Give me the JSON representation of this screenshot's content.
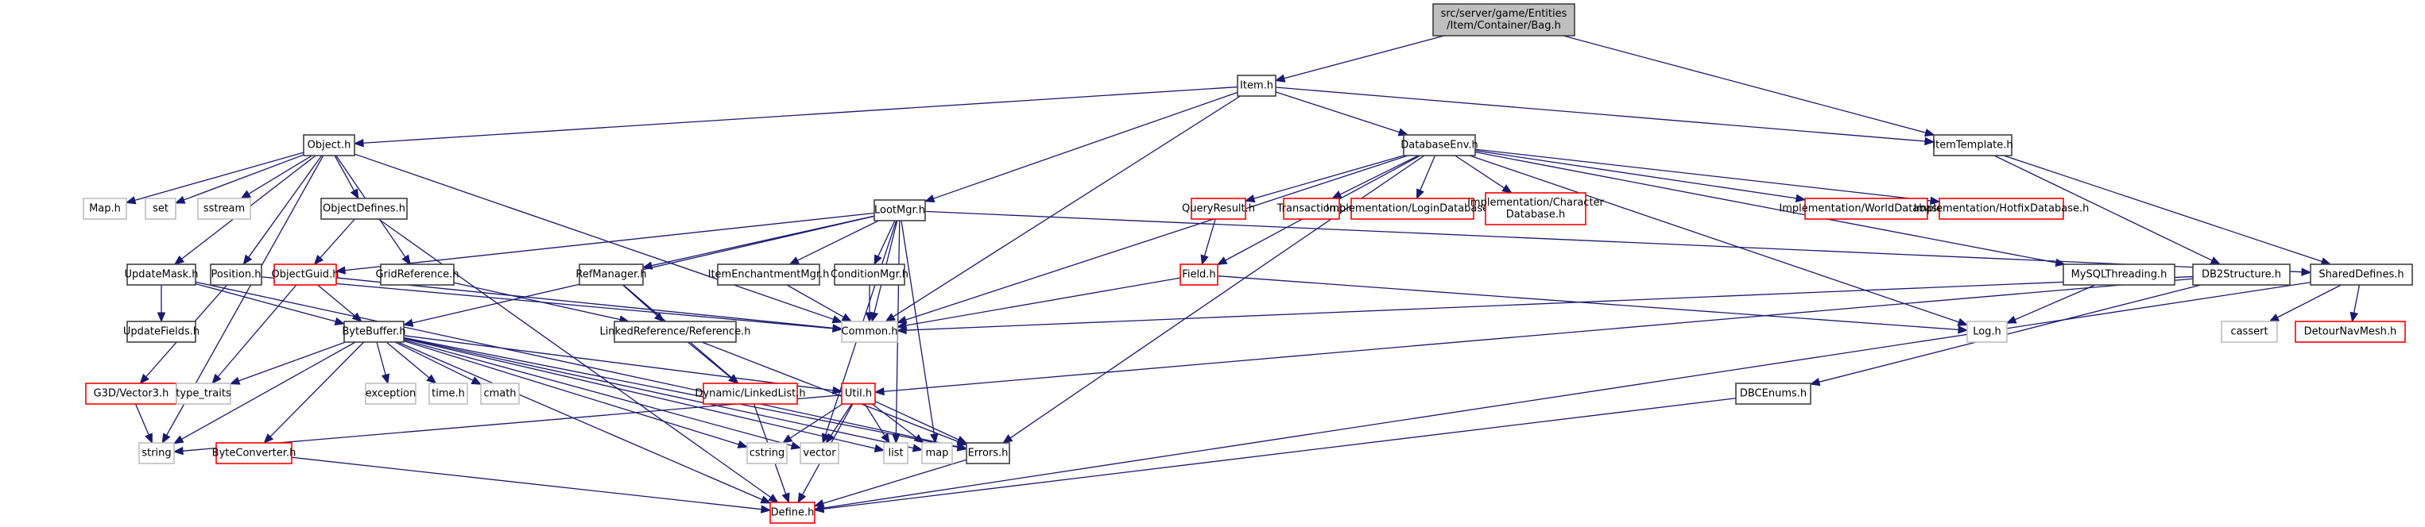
{
  "graph": {
    "title": "src/server/game/Entities/Item/Container/Bag.h",
    "colors": {
      "edge": "#191970",
      "root_fill": "#bfbfbf",
      "documented_border": "#404040",
      "undocumented_border": "#ff0000",
      "external_border": "#bfbfbf"
    },
    "nodes": [
      {
        "id": "bag",
        "label": [
          "src/server/game/Entities",
          "/Item/Container/Bag.h"
        ],
        "kind": "root"
      },
      {
        "id": "item",
        "label": [
          "Item.h"
        ],
        "kind": "normal"
      },
      {
        "id": "itemtemplate",
        "label": [
          "ItemTemplate.h"
        ],
        "kind": "normal"
      },
      {
        "id": "object",
        "label": [
          "Object.h"
        ],
        "kind": "normal"
      },
      {
        "id": "databaseenv",
        "label": [
          "DatabaseEnv.h"
        ],
        "kind": "normal"
      },
      {
        "id": "lootmgr",
        "label": [
          "LootMgr.h"
        ],
        "kind": "normal"
      },
      {
        "id": "maph",
        "label": [
          "Map.h"
        ],
        "kind": "ext"
      },
      {
        "id": "set",
        "label": [
          "set"
        ],
        "kind": "ext"
      },
      {
        "id": "sstream",
        "label": [
          "sstream"
        ],
        "kind": "ext"
      },
      {
        "id": "objectdefines",
        "label": [
          "ObjectDefines.h"
        ],
        "kind": "normal"
      },
      {
        "id": "queryresult",
        "label": [
          "QueryResult.h"
        ],
        "kind": "red"
      },
      {
        "id": "transaction",
        "label": [
          "Transaction.h"
        ],
        "kind": "red"
      },
      {
        "id": "logindb",
        "label": [
          "Implementation/LoginDatabase.h"
        ],
        "kind": "red"
      },
      {
        "id": "chardb",
        "label": [
          "Implementation/Character",
          "Database.h"
        ],
        "kind": "red"
      },
      {
        "id": "worlddb",
        "label": [
          "Implementation/WorldDatabase.h"
        ],
        "kind": "red"
      },
      {
        "id": "hotfixdb",
        "label": [
          "Implementation/HotfixDatabase.h"
        ],
        "kind": "red"
      },
      {
        "id": "updatemask",
        "label": [
          "UpdateMask.h"
        ],
        "kind": "normal"
      },
      {
        "id": "position",
        "label": [
          "Position.h"
        ],
        "kind": "normal"
      },
      {
        "id": "objectguid",
        "label": [
          "ObjectGuid.h"
        ],
        "kind": "red"
      },
      {
        "id": "gridreference",
        "label": [
          "GridReference.h"
        ],
        "kind": "normal"
      },
      {
        "id": "refmanager",
        "label": [
          "RefManager.h"
        ],
        "kind": "normal"
      },
      {
        "id": "itemenchant",
        "label": [
          "ItemEnchantmentMgr.h"
        ],
        "kind": "normal"
      },
      {
        "id": "conditionmgr",
        "label": [
          "ConditionMgr.h"
        ],
        "kind": "normal"
      },
      {
        "id": "field",
        "label": [
          "Field.h"
        ],
        "kind": "red"
      },
      {
        "id": "mysqlthreading",
        "label": [
          "MySQLThreading.h"
        ],
        "kind": "normal"
      },
      {
        "id": "db2structure",
        "label": [
          "DB2Structure.h"
        ],
        "kind": "normal"
      },
      {
        "id": "shareddefines",
        "label": [
          "SharedDefines.h"
        ],
        "kind": "normal"
      },
      {
        "id": "updatefields",
        "label": [
          "UpdateFields.h"
        ],
        "kind": "normal"
      },
      {
        "id": "bytebuffer",
        "label": [
          "ByteBuffer.h"
        ],
        "kind": "normal"
      },
      {
        "id": "linkedref",
        "label": [
          "LinkedReference/Reference.h"
        ],
        "kind": "normal"
      },
      {
        "id": "common",
        "label": [
          "Common.h"
        ],
        "kind": "ext"
      },
      {
        "id": "log",
        "label": [
          "Log.h"
        ],
        "kind": "ext"
      },
      {
        "id": "cassert",
        "label": [
          "cassert"
        ],
        "kind": "ext"
      },
      {
        "id": "detour",
        "label": [
          "DetourNavMesh.h"
        ],
        "kind": "red"
      },
      {
        "id": "g3dvector",
        "label": [
          "G3D/Vector3.h"
        ],
        "kind": "red"
      },
      {
        "id": "typetraits",
        "label": [
          "type_traits"
        ],
        "kind": "ext"
      },
      {
        "id": "exception",
        "label": [
          "exception"
        ],
        "kind": "ext"
      },
      {
        "id": "timeh",
        "label": [
          "time.h"
        ],
        "kind": "ext"
      },
      {
        "id": "cmath",
        "label": [
          "cmath"
        ],
        "kind": "ext"
      },
      {
        "id": "dynlinkedlist",
        "label": [
          "Dynamic/LinkedList.h"
        ],
        "kind": "red"
      },
      {
        "id": "util",
        "label": [
          "Util.h"
        ],
        "kind": "red"
      },
      {
        "id": "dbcenums",
        "label": [
          "DBCEnums.h"
        ],
        "kind": "normal"
      },
      {
        "id": "string",
        "label": [
          "string"
        ],
        "kind": "ext"
      },
      {
        "id": "byteconverter",
        "label": [
          "ByteConverter.h"
        ],
        "kind": "red"
      },
      {
        "id": "cstring",
        "label": [
          "cstring"
        ],
        "kind": "ext"
      },
      {
        "id": "vector",
        "label": [
          "vector"
        ],
        "kind": "ext"
      },
      {
        "id": "list",
        "label": [
          "list"
        ],
        "kind": "ext"
      },
      {
        "id": "map",
        "label": [
          "map"
        ],
        "kind": "ext"
      },
      {
        "id": "errors",
        "label": [
          "Errors.h"
        ],
        "kind": "normal"
      },
      {
        "id": "define",
        "label": [
          "Define.h"
        ],
        "kind": "red"
      }
    ],
    "edges": [
      [
        "bag",
        "item"
      ],
      [
        "bag",
        "itemtemplate"
      ],
      [
        "item",
        "object"
      ],
      [
        "item",
        "lootmgr"
      ],
      [
        "item",
        "databaseenv"
      ],
      [
        "item",
        "common"
      ],
      [
        "item",
        "itemtemplate"
      ],
      [
        "object",
        "maph"
      ],
      [
        "object",
        "set"
      ],
      [
        "object",
        "sstream"
      ],
      [
        "object",
        "objectdefines"
      ],
      [
        "object",
        "updatemask"
      ],
      [
        "object",
        "position"
      ],
      [
        "object",
        "gridreference"
      ],
      [
        "object",
        "string"
      ],
      [
        "object",
        "common"
      ],
      [
        "objectdefines",
        "objectguid"
      ],
      [
        "objectdefines",
        "define"
      ],
      [
        "databaseenv",
        "queryresult"
      ],
      [
        "databaseenv",
        "transaction"
      ],
      [
        "databaseenv",
        "logindb"
      ],
      [
        "databaseenv",
        "chardb"
      ],
      [
        "databaseenv",
        "worlddb"
      ],
      [
        "databaseenv",
        "hotfixdb"
      ],
      [
        "databaseenv",
        "field"
      ],
      [
        "databaseenv",
        "mysqlthreading"
      ],
      [
        "databaseenv",
        "common"
      ],
      [
        "databaseenv",
        "log"
      ],
      [
        "databaseenv",
        "errors"
      ],
      [
        "queryresult",
        "field"
      ],
      [
        "field",
        "common"
      ],
      [
        "field",
        "log"
      ],
      [
        "lootmgr",
        "objectguid"
      ],
      [
        "lootmgr",
        "refmanager"
      ],
      [
        "lootmgr",
        "itemenchant"
      ],
      [
        "lootmgr",
        "conditionmgr"
      ],
      [
        "lootmgr",
        "shareddefines"
      ],
      [
        "lootmgr",
        "bytebuffer"
      ],
      [
        "lootmgr",
        "common"
      ],
      [
        "lootmgr",
        "vector"
      ],
      [
        "lootmgr",
        "list"
      ],
      [
        "lootmgr",
        "map"
      ],
      [
        "itemenchant",
        "common"
      ],
      [
        "conditionmgr",
        "common"
      ],
      [
        "refmanager",
        "linkedref"
      ],
      [
        "refmanager",
        "dynlinkedlist"
      ],
      [
        "gridreference",
        "linkedref"
      ],
      [
        "updatemask",
        "updatefields"
      ],
      [
        "updatemask",
        "bytebuffer"
      ],
      [
        "updatemask",
        "errors"
      ],
      [
        "position",
        "g3dvector"
      ],
      [
        "position",
        "common"
      ],
      [
        "objectguid",
        "bytebuffer"
      ],
      [
        "objectguid",
        "typetraits"
      ],
      [
        "objectguid",
        "common"
      ],
      [
        "itemtemplate",
        "shareddefines"
      ],
      [
        "itemtemplate",
        "db2structure"
      ],
      [
        "db2structure",
        "common"
      ],
      [
        "db2structure",
        "util"
      ],
      [
        "db2structure",
        "dbcenums"
      ],
      [
        "mysqlthreading",
        "log"
      ],
      [
        "shareddefines",
        "cassert"
      ],
      [
        "shareddefines",
        "detour"
      ],
      [
        "shareddefines",
        "define"
      ],
      [
        "bytebuffer",
        "typetraits"
      ],
      [
        "bytebuffer",
        "exception"
      ],
      [
        "bytebuffer",
        "timeh"
      ],
      [
        "bytebuffer",
        "cmath"
      ],
      [
        "bytebuffer",
        "string"
      ],
      [
        "bytebuffer",
        "byteconverter"
      ],
      [
        "bytebuffer",
        "util"
      ],
      [
        "bytebuffer",
        "list"
      ],
      [
        "bytebuffer",
        "map"
      ],
      [
        "bytebuffer",
        "vector"
      ],
      [
        "bytebuffer",
        "cstring"
      ],
      [
        "bytebuffer",
        "errors"
      ],
      [
        "bytebuffer",
        "define"
      ],
      [
        "linkedref",
        "dynlinkedlist"
      ],
      [
        "linkedref",
        "errors"
      ],
      [
        "dynlinkedlist",
        "define"
      ],
      [
        "util",
        "string"
      ],
      [
        "util",
        "cstring"
      ],
      [
        "util",
        "vector"
      ],
      [
        "util",
        "list"
      ],
      [
        "util",
        "map"
      ],
      [
        "util",
        "errors"
      ],
      [
        "util",
        "define"
      ],
      [
        "g3dvector",
        "string"
      ],
      [
        "byteconverter",
        "define"
      ],
      [
        "errors",
        "define"
      ],
      [
        "dbcenums",
        "define"
      ]
    ]
  }
}
